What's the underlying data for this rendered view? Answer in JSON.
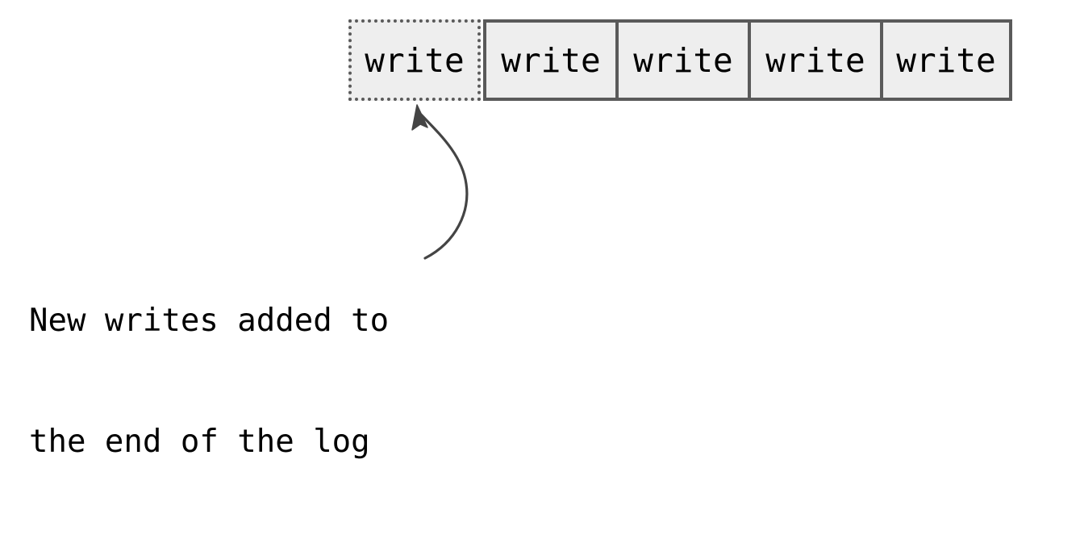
{
  "diagram": {
    "title": "append-only-log",
    "background_color": "#ffffff",
    "cell_fill_color": "#eeeeee",
    "cell_border_color": "#5a5a5a",
    "text_color": "#000000",
    "arrow_color": "#444444"
  },
  "log": {
    "cells": [
      {
        "label": "write",
        "style": "dotted",
        "state": "new"
      },
      {
        "label": "write",
        "style": "solid",
        "state": "existing"
      },
      {
        "label": "write",
        "style": "solid",
        "state": "existing"
      },
      {
        "label": "write",
        "style": "solid",
        "state": "existing"
      },
      {
        "label": "write",
        "style": "solid",
        "state": "existing"
      }
    ],
    "cell_count": 5
  },
  "annotation": {
    "line1": "New writes added to",
    "line2": "the end of the log",
    "arrow": "curved-arrow-icon",
    "points_to": "log.cells.0"
  }
}
